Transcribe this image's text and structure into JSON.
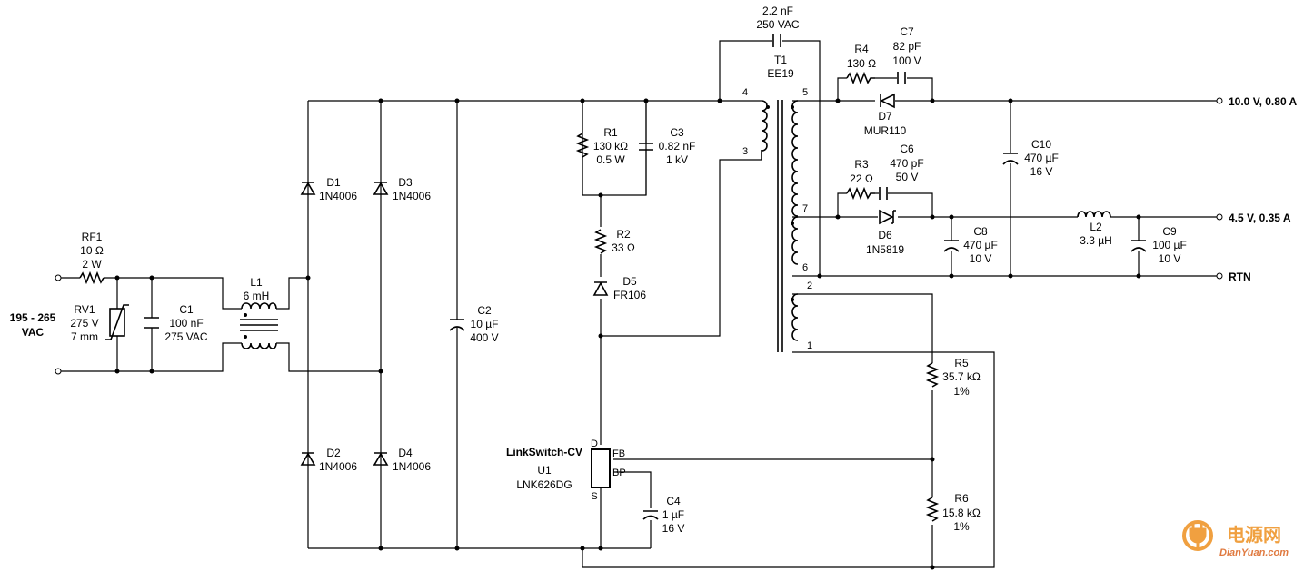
{
  "input": {
    "voltage_range": "195 - 265",
    "voltage_unit": "VAC"
  },
  "components": {
    "RF1": {
      "ref": "RF1",
      "value": "10 Ω",
      "rating": "2 W"
    },
    "RV1": {
      "ref": "RV1",
      "value": "275 V",
      "rating": "7 mm"
    },
    "C1": {
      "ref": "C1",
      "value": "100 nF",
      "rating": "275 VAC"
    },
    "L1": {
      "ref": "L1",
      "value": "6 mH"
    },
    "D1": {
      "ref": "D1",
      "part": "1N4006"
    },
    "D2": {
      "ref": "D2",
      "part": "1N4006"
    },
    "D3": {
      "ref": "D3",
      "part": "1N4006"
    },
    "D4": {
      "ref": "D4",
      "part": "1N4006"
    },
    "C2": {
      "ref": "C2",
      "value": "10 µF",
      "rating": "400 V"
    },
    "R1": {
      "ref": "R1",
      "value": "130 kΩ",
      "rating": "0.5 W"
    },
    "C3": {
      "ref": "C3",
      "value": "0.82 nF",
      "rating": "1 kV"
    },
    "R2": {
      "ref": "R2",
      "value": "33 Ω"
    },
    "D5": {
      "ref": "D5",
      "part": "FR106"
    },
    "U1": {
      "ref": "U1",
      "family": "LinkSwitch-CV",
      "part": "LNK626DG",
      "pin_d": "D",
      "pin_s": "S",
      "pin_fb": "FB",
      "pin_bp": "BP"
    },
    "C4": {
      "ref": "C4",
      "value": "1 µF",
      "rating": "16 V"
    },
    "CY": {
      "value": "2.2 nF",
      "rating": "250 VAC"
    },
    "T1": {
      "ref": "T1",
      "part": "EE19",
      "pins": [
        "1",
        "2",
        "3",
        "4",
        "5",
        "6",
        "7"
      ]
    },
    "R4": {
      "ref": "R4",
      "value": "130 Ω"
    },
    "C7": {
      "ref": "C7",
      "value": "82 pF",
      "rating": "100 V"
    },
    "D7": {
      "ref": "D7",
      "part": "MUR110"
    },
    "R3": {
      "ref": "R3",
      "value": "22 Ω"
    },
    "C6": {
      "ref": "C6",
      "value": "470 pF",
      "rating": "50 V"
    },
    "D6": {
      "ref": "D6",
      "part": "1N5819"
    },
    "C10": {
      "ref": "C10",
      "value": "470 µF",
      "rating": "16 V"
    },
    "C8": {
      "ref": "C8",
      "value": "470 µF",
      "rating": "10 V"
    },
    "L2": {
      "ref": "L2",
      "value": "3.3 µH"
    },
    "C9": {
      "ref": "C9",
      "value": "100 µF",
      "rating": "10 V"
    },
    "R5": {
      "ref": "R5",
      "value": "35.7 kΩ",
      "rating": "1%"
    },
    "R6": {
      "ref": "R6",
      "value": "15.8 kΩ",
      "rating": "1%"
    }
  },
  "outputs": [
    {
      "label": "10.0 V, 0.80 A"
    },
    {
      "label": "4.5 V, 0.35 A"
    },
    {
      "label": "RTN"
    }
  ],
  "watermark": {
    "name": "电源网",
    "site": "DianYuan.com",
    "color": "#f0a040"
  }
}
